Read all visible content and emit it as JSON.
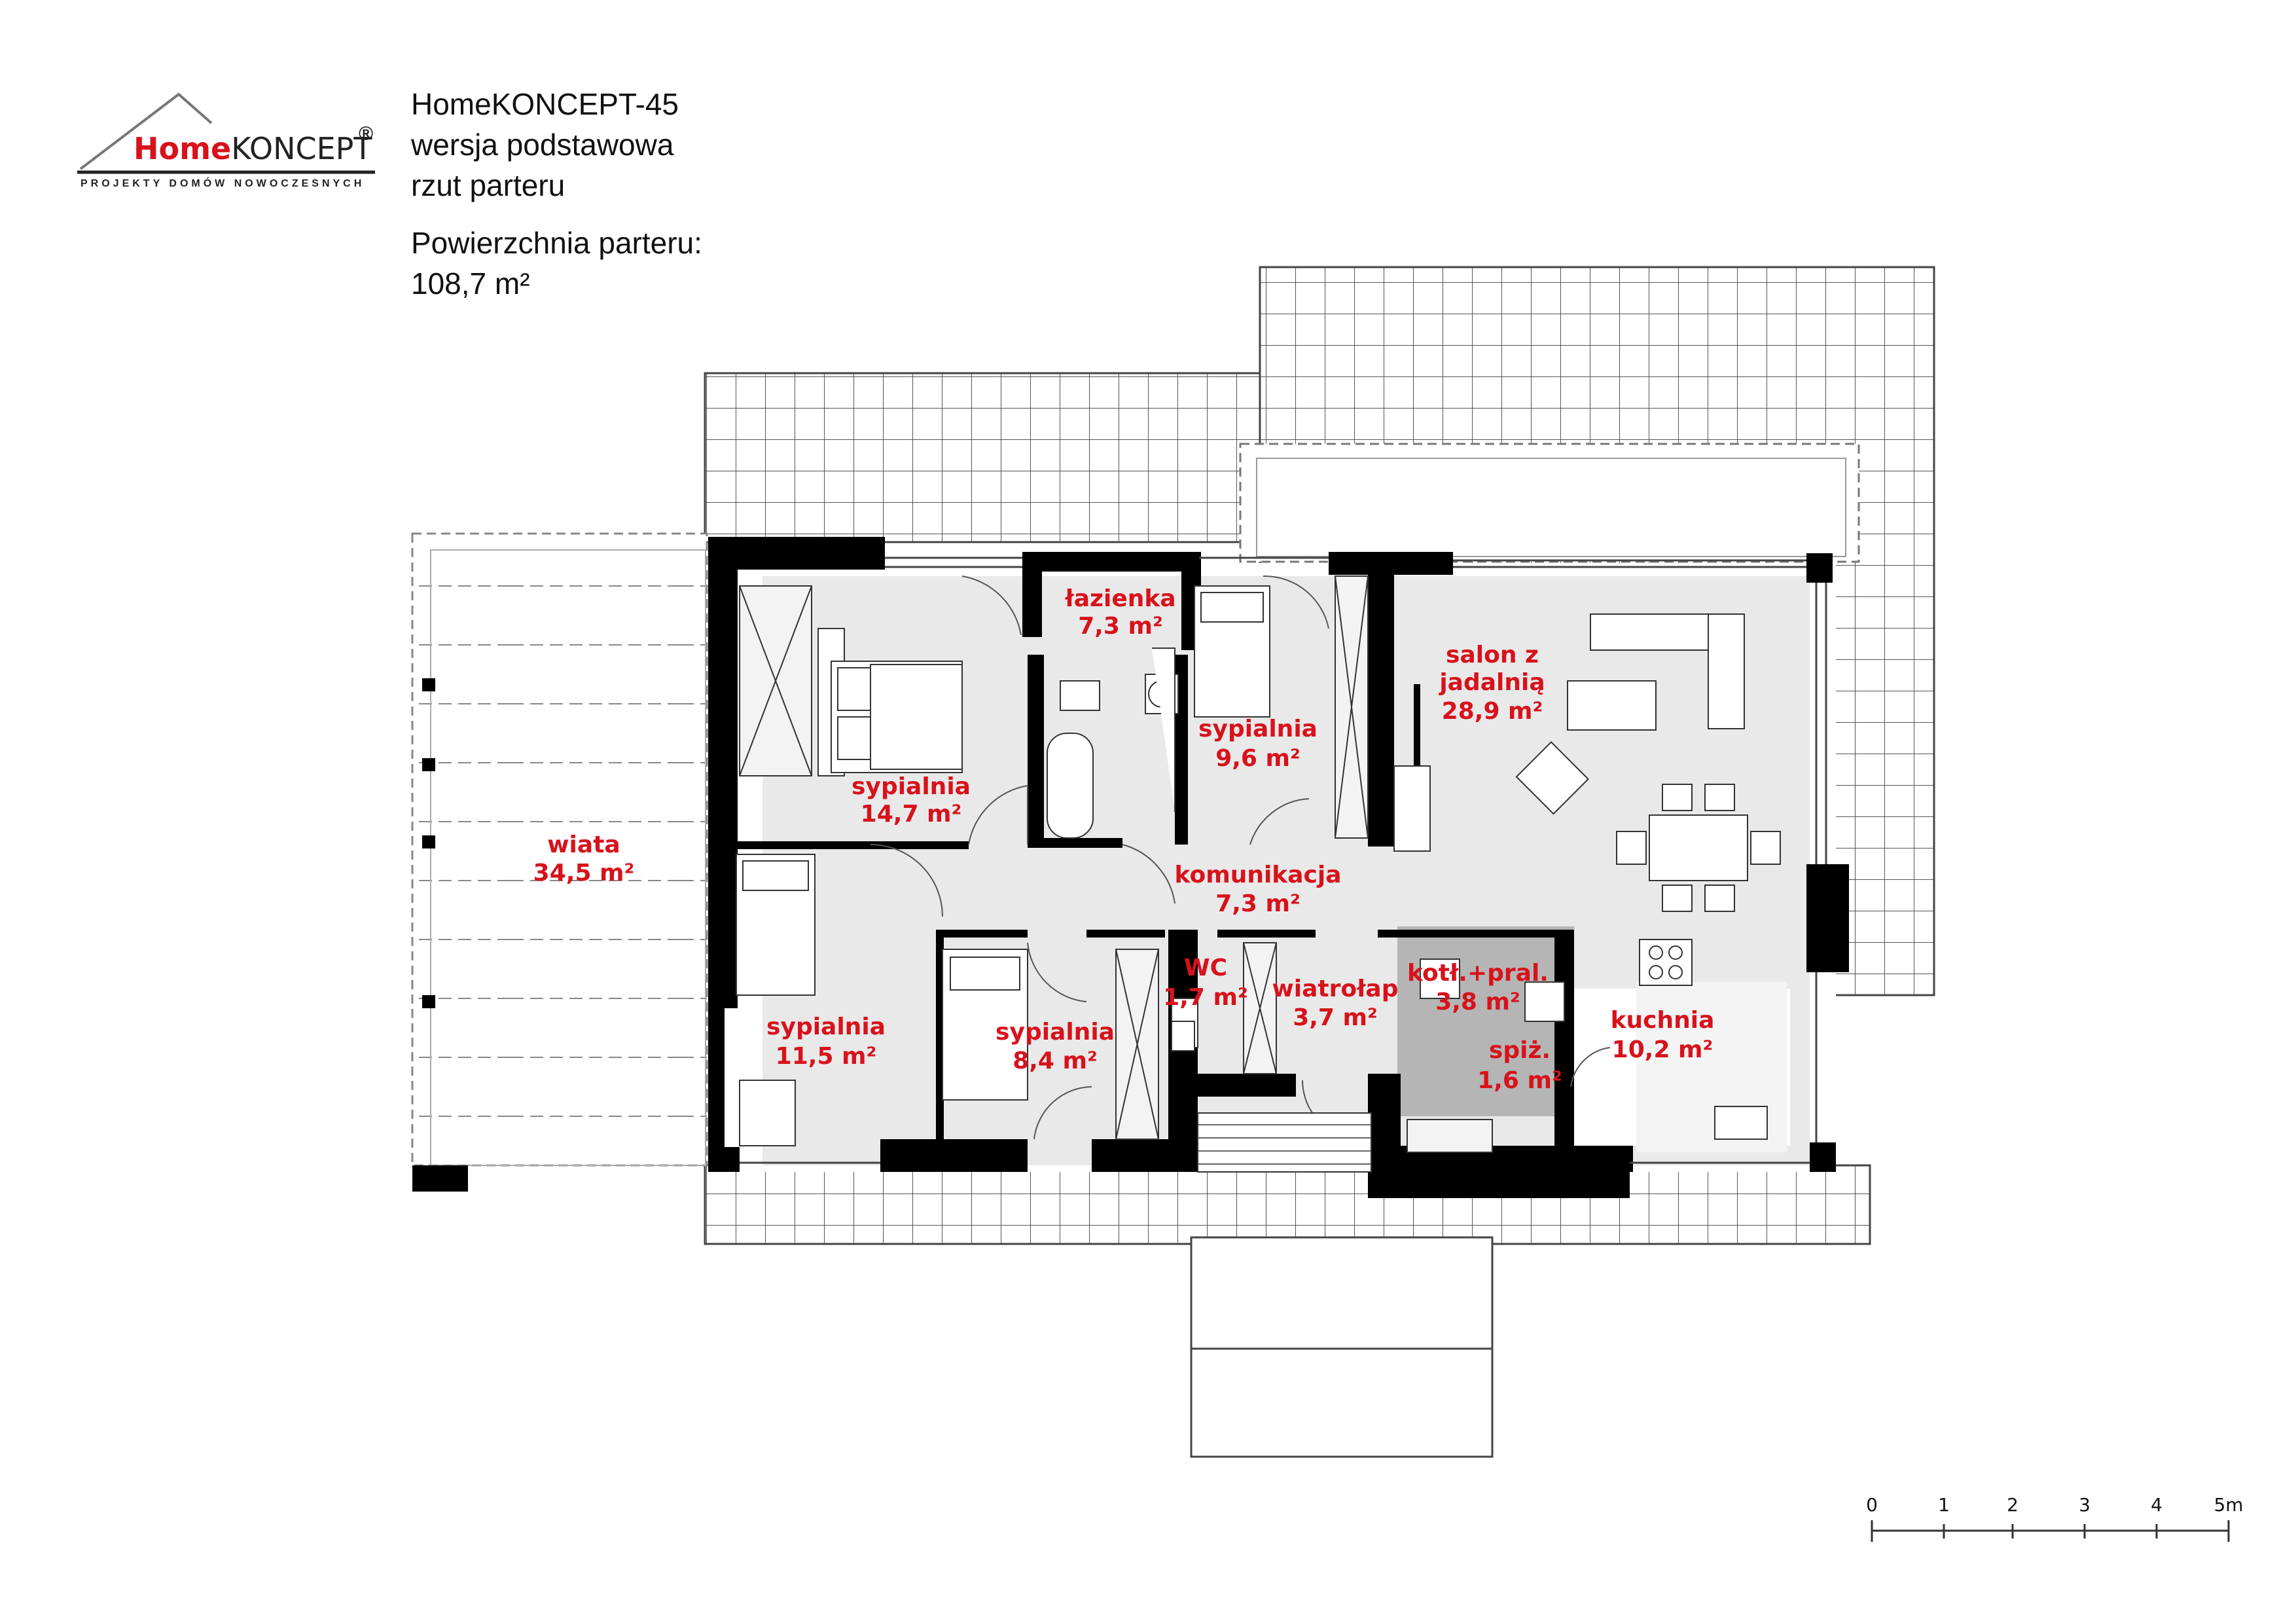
{
  "brand": {
    "name_home": "Home",
    "name_koncept": "KONCEPT",
    "registered": "®",
    "tagline": "PROJEKTY DOMÓW NOWOCZESNYCH",
    "colors": {
      "red": "#d8121b",
      "dark": "#222222"
    }
  },
  "header": {
    "title": "HomeKONCEPT-45",
    "version": "wersja podstawowa",
    "view": "rzut parteru",
    "area_label": "Powierzchnia parteru:",
    "area_value": "108,7 m²"
  },
  "rooms": {
    "lazienka": {
      "name": "łazienka",
      "area": "7,3 m²"
    },
    "sypialnia_147": {
      "name": "sypialnia",
      "area": "14,7 m²"
    },
    "sypialnia_96": {
      "name": "sypialnia",
      "area": "9,6 m²"
    },
    "salon": {
      "name1": "salon z",
      "name2": "jadalnią",
      "area": "28,9 m²"
    },
    "wiata": {
      "name": "wiata",
      "area": "34,5 m²"
    },
    "komunikacja": {
      "name": "komunikacja",
      "area": "7,3 m²"
    },
    "wc": {
      "name": "WC",
      "area": "1,7 m²"
    },
    "wiatrolap": {
      "name": "wiatrołap",
      "area": "3,7 m²"
    },
    "kotl": {
      "name": "kotł.+pral.",
      "area": "3,8 m²"
    },
    "spiz": {
      "name": "spiż.",
      "area": "1,6 m²"
    },
    "kuchnia": {
      "name": "kuchnia",
      "area": "10,2 m²"
    },
    "sypialnia_115": {
      "name": "sypialnia",
      "area": "11,5 m²"
    },
    "sypialnia_84": {
      "name": "sypialnia",
      "area": "8,4 m²"
    }
  },
  "scale": {
    "ticks": [
      "0",
      "1",
      "2",
      "3",
      "4",
      "5m"
    ]
  },
  "colors": {
    "label": "#d8121b",
    "floor": "#e9e9e9",
    "wall": "#000000",
    "boiler_room": "#b5b5b5",
    "grid": "#444444"
  }
}
